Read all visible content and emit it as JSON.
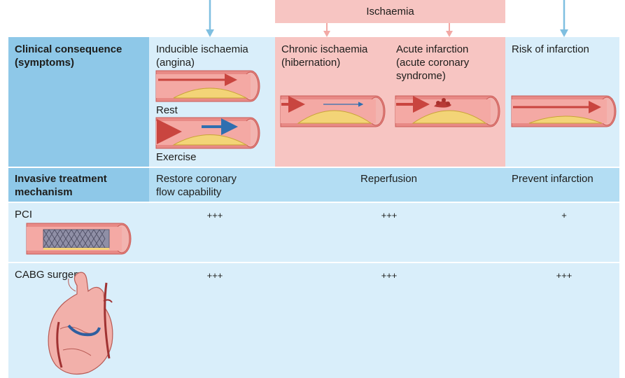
{
  "colors": {
    "header_blue": "#8ec8e8",
    "light_blue": "#d9eefa",
    "mid_blue": "#b3ddf3",
    "ischaemia_pink": "#f7c5c2",
    "arrow_blue": "#7fbfe0",
    "arrow_pink": "#f2a9a5"
  },
  "ischaemia_banner": "Ischaemia",
  "rows": {
    "clinical": {
      "label_line1": "Clinical consequence",
      "label_line2": "(symptoms)",
      "col1_line1": "Inducible ischaemia",
      "col1_line2": "(angina)",
      "col1_rest": "Rest",
      "col1_exercise": "Exercise",
      "col2_line1": "Chronic ischaemia",
      "col2_line2": "(hibernation)",
      "col3_line1": "Acute infarction",
      "col3_line2": "(acute coronary",
      "col3_line3": "syndrome)",
      "col4_line1": "Risk of infarction"
    },
    "mechanism": {
      "label_line1": "Invasive treatment",
      "label_line2": "mechanism",
      "col1_line1": "Restore coronary",
      "col1_line2": "flow capability",
      "col23": "Reperfusion",
      "col4": "Prevent infarction"
    },
    "pci": {
      "label": "PCI",
      "col1": "+++",
      "col23": "+++",
      "col4": "+"
    },
    "cabg": {
      "label": "CABG surgery",
      "col1": "+++",
      "col23": "+++",
      "col4": "+++"
    }
  }
}
